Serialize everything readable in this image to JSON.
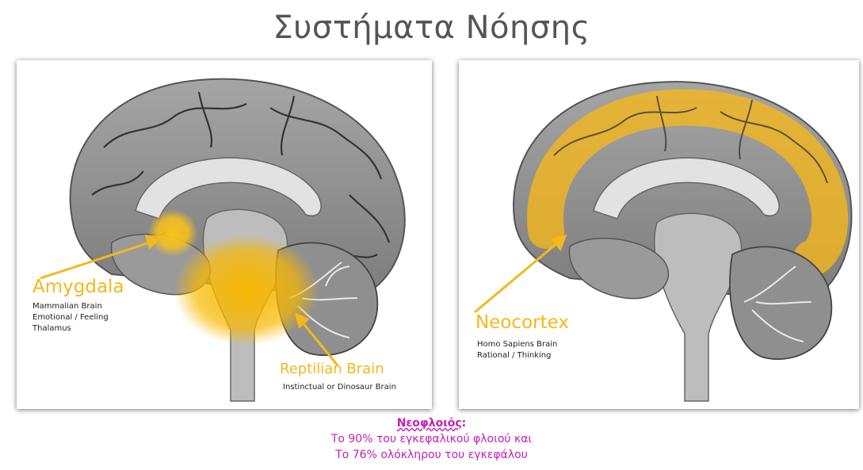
{
  "title": "Συστήματα Νόησης",
  "left_panel": {
    "amygdala": {
      "title": "Amygdala",
      "lines": [
        "Mammalian Brain",
        "Emotional / Feeling",
        "Thalamus"
      ]
    },
    "reptilian": {
      "title": "Reptilian Brain",
      "lines": [
        "Instinctual or Dinosaur Brain"
      ]
    }
  },
  "right_panel": {
    "neocortex": {
      "title": "Neocortex",
      "lines": [
        "Homo Sapiens Brain",
        "Rational / Thinking"
      ]
    }
  },
  "caption": {
    "heading": "Νεοφλοιός",
    "heading_suffix": ":",
    "line1": "Το 90% του εγκεφαλικού φλοιού και",
    "line2": "Το 76% ολόκληρου του εγκεφάλου"
  },
  "colors": {
    "highlight": "#f4b81c",
    "caption": "#c21fb7",
    "title": "#555555"
  }
}
